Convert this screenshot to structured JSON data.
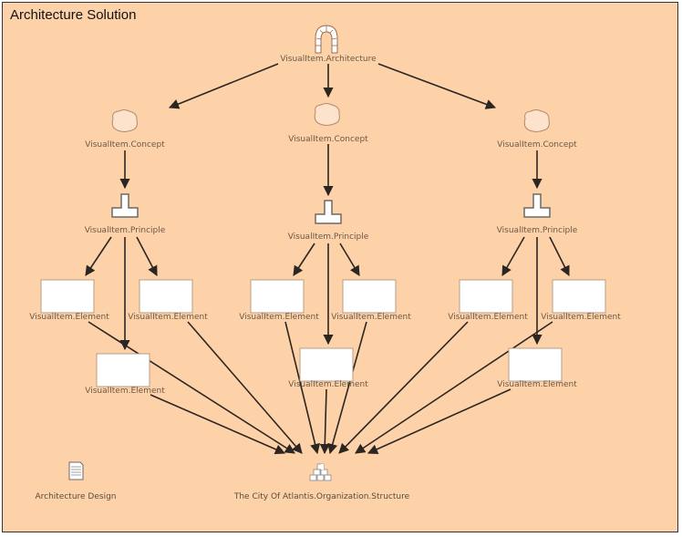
{
  "title": "Architecture Solution",
  "labels": {
    "architecture": "VisualItem.Architecture",
    "concept": "VisualItem.Concept",
    "principle": "VisualItem.Principle",
    "element": "VisualItem.Element",
    "organization": "The City Of Atlantis.Organization.Structure",
    "design": "Architecture Design"
  },
  "colors": {
    "background": "#fed2a9",
    "edge": "#2b2622",
    "element_fill": "#ffffff",
    "element_border": "#b89c82"
  },
  "icons": {
    "architecture": "arch-icon",
    "concept": "cloud-icon",
    "principle": "pillar-icon",
    "organization": "org-structure-icon",
    "design": "document-icon"
  }
}
